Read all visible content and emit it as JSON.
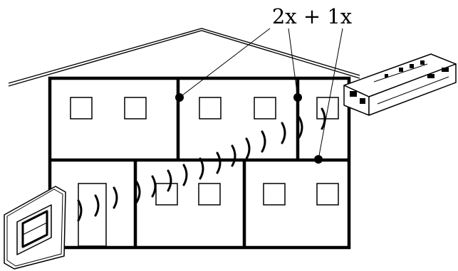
{
  "label": "2x + 1x",
  "colors": {
    "line": "#000000",
    "background": "#ffffff",
    "device_fill": "#f2f2f2"
  },
  "icons": {
    "house": "house-outline",
    "switch": "wall-switch-icon",
    "receiver": "receiver-module-icon",
    "node": "node-dot",
    "signal": "wireless-signal-arc"
  }
}
